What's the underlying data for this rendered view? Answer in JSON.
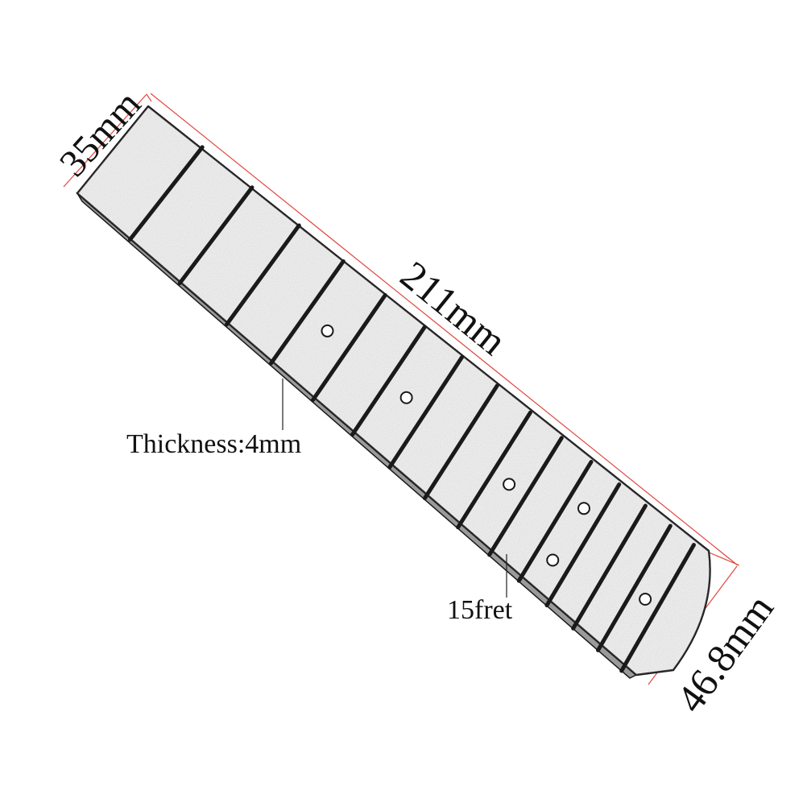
{
  "labels": {
    "top_width": "35mm",
    "length": "211mm",
    "bottom_width": "46.8mm",
    "thickness": "Thickness:4mm",
    "frets": "15fret"
  },
  "colors": {
    "dimension_line": "#e0473f",
    "fretboard_fill": "#f1f1f1",
    "fretboard_outline": "#1a1a1a",
    "fret_wire": "#1a1a1a"
  },
  "fretboard": {
    "fret_count": 15,
    "marker_frets": [
      5,
      7,
      10,
      12,
      12,
      15
    ]
  }
}
